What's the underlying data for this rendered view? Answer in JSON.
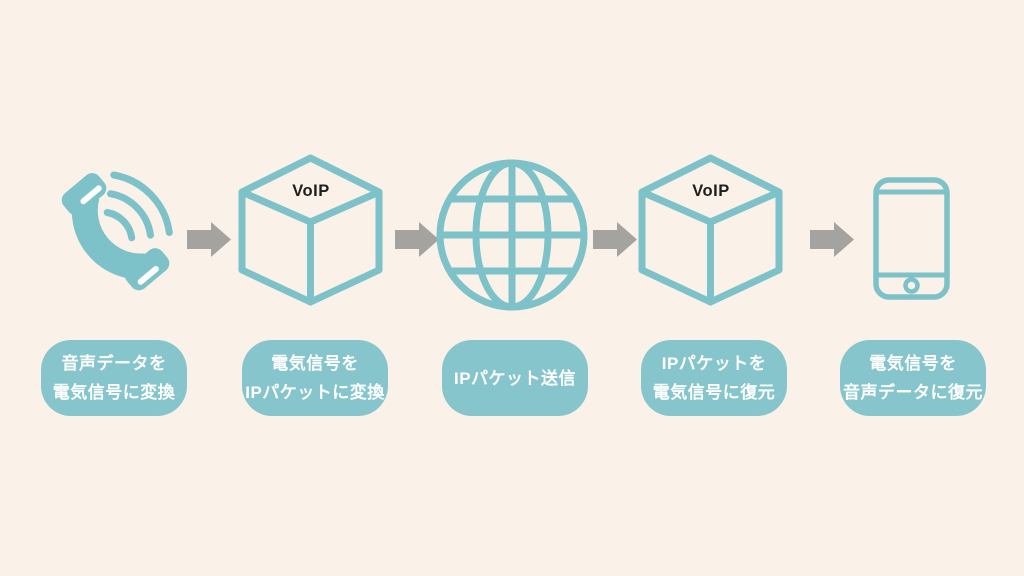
{
  "colors": {
    "background": "#FAF1E9",
    "icon_teal": "#7DC1C9",
    "pill_teal": "#87C5CC",
    "arrow_gray": "#A5A3A0",
    "cube_label_text": "#1E1E1E",
    "pill_text": "#FFFFFF"
  },
  "diagram": {
    "steps": [
      {
        "icon": "phone-handset-icon",
        "lines": [
          "音声データを",
          "電気信号に変換"
        ]
      },
      {
        "icon": "voip-cube-icon",
        "cube_label": "VoIP",
        "lines": [
          "電気信号を",
          "IPパケットに変換"
        ]
      },
      {
        "icon": "internet-globe-icon",
        "lines": [
          "IPパケット送信"
        ]
      },
      {
        "icon": "voip-cube-icon",
        "cube_label": "VoIP",
        "lines": [
          "IPパケットを",
          "電気信号に復元"
        ]
      },
      {
        "icon": "smartphone-icon",
        "lines": [
          "電気信号を",
          "音声データに復元"
        ]
      }
    ],
    "connector_icon": "arrow-right-icon"
  }
}
